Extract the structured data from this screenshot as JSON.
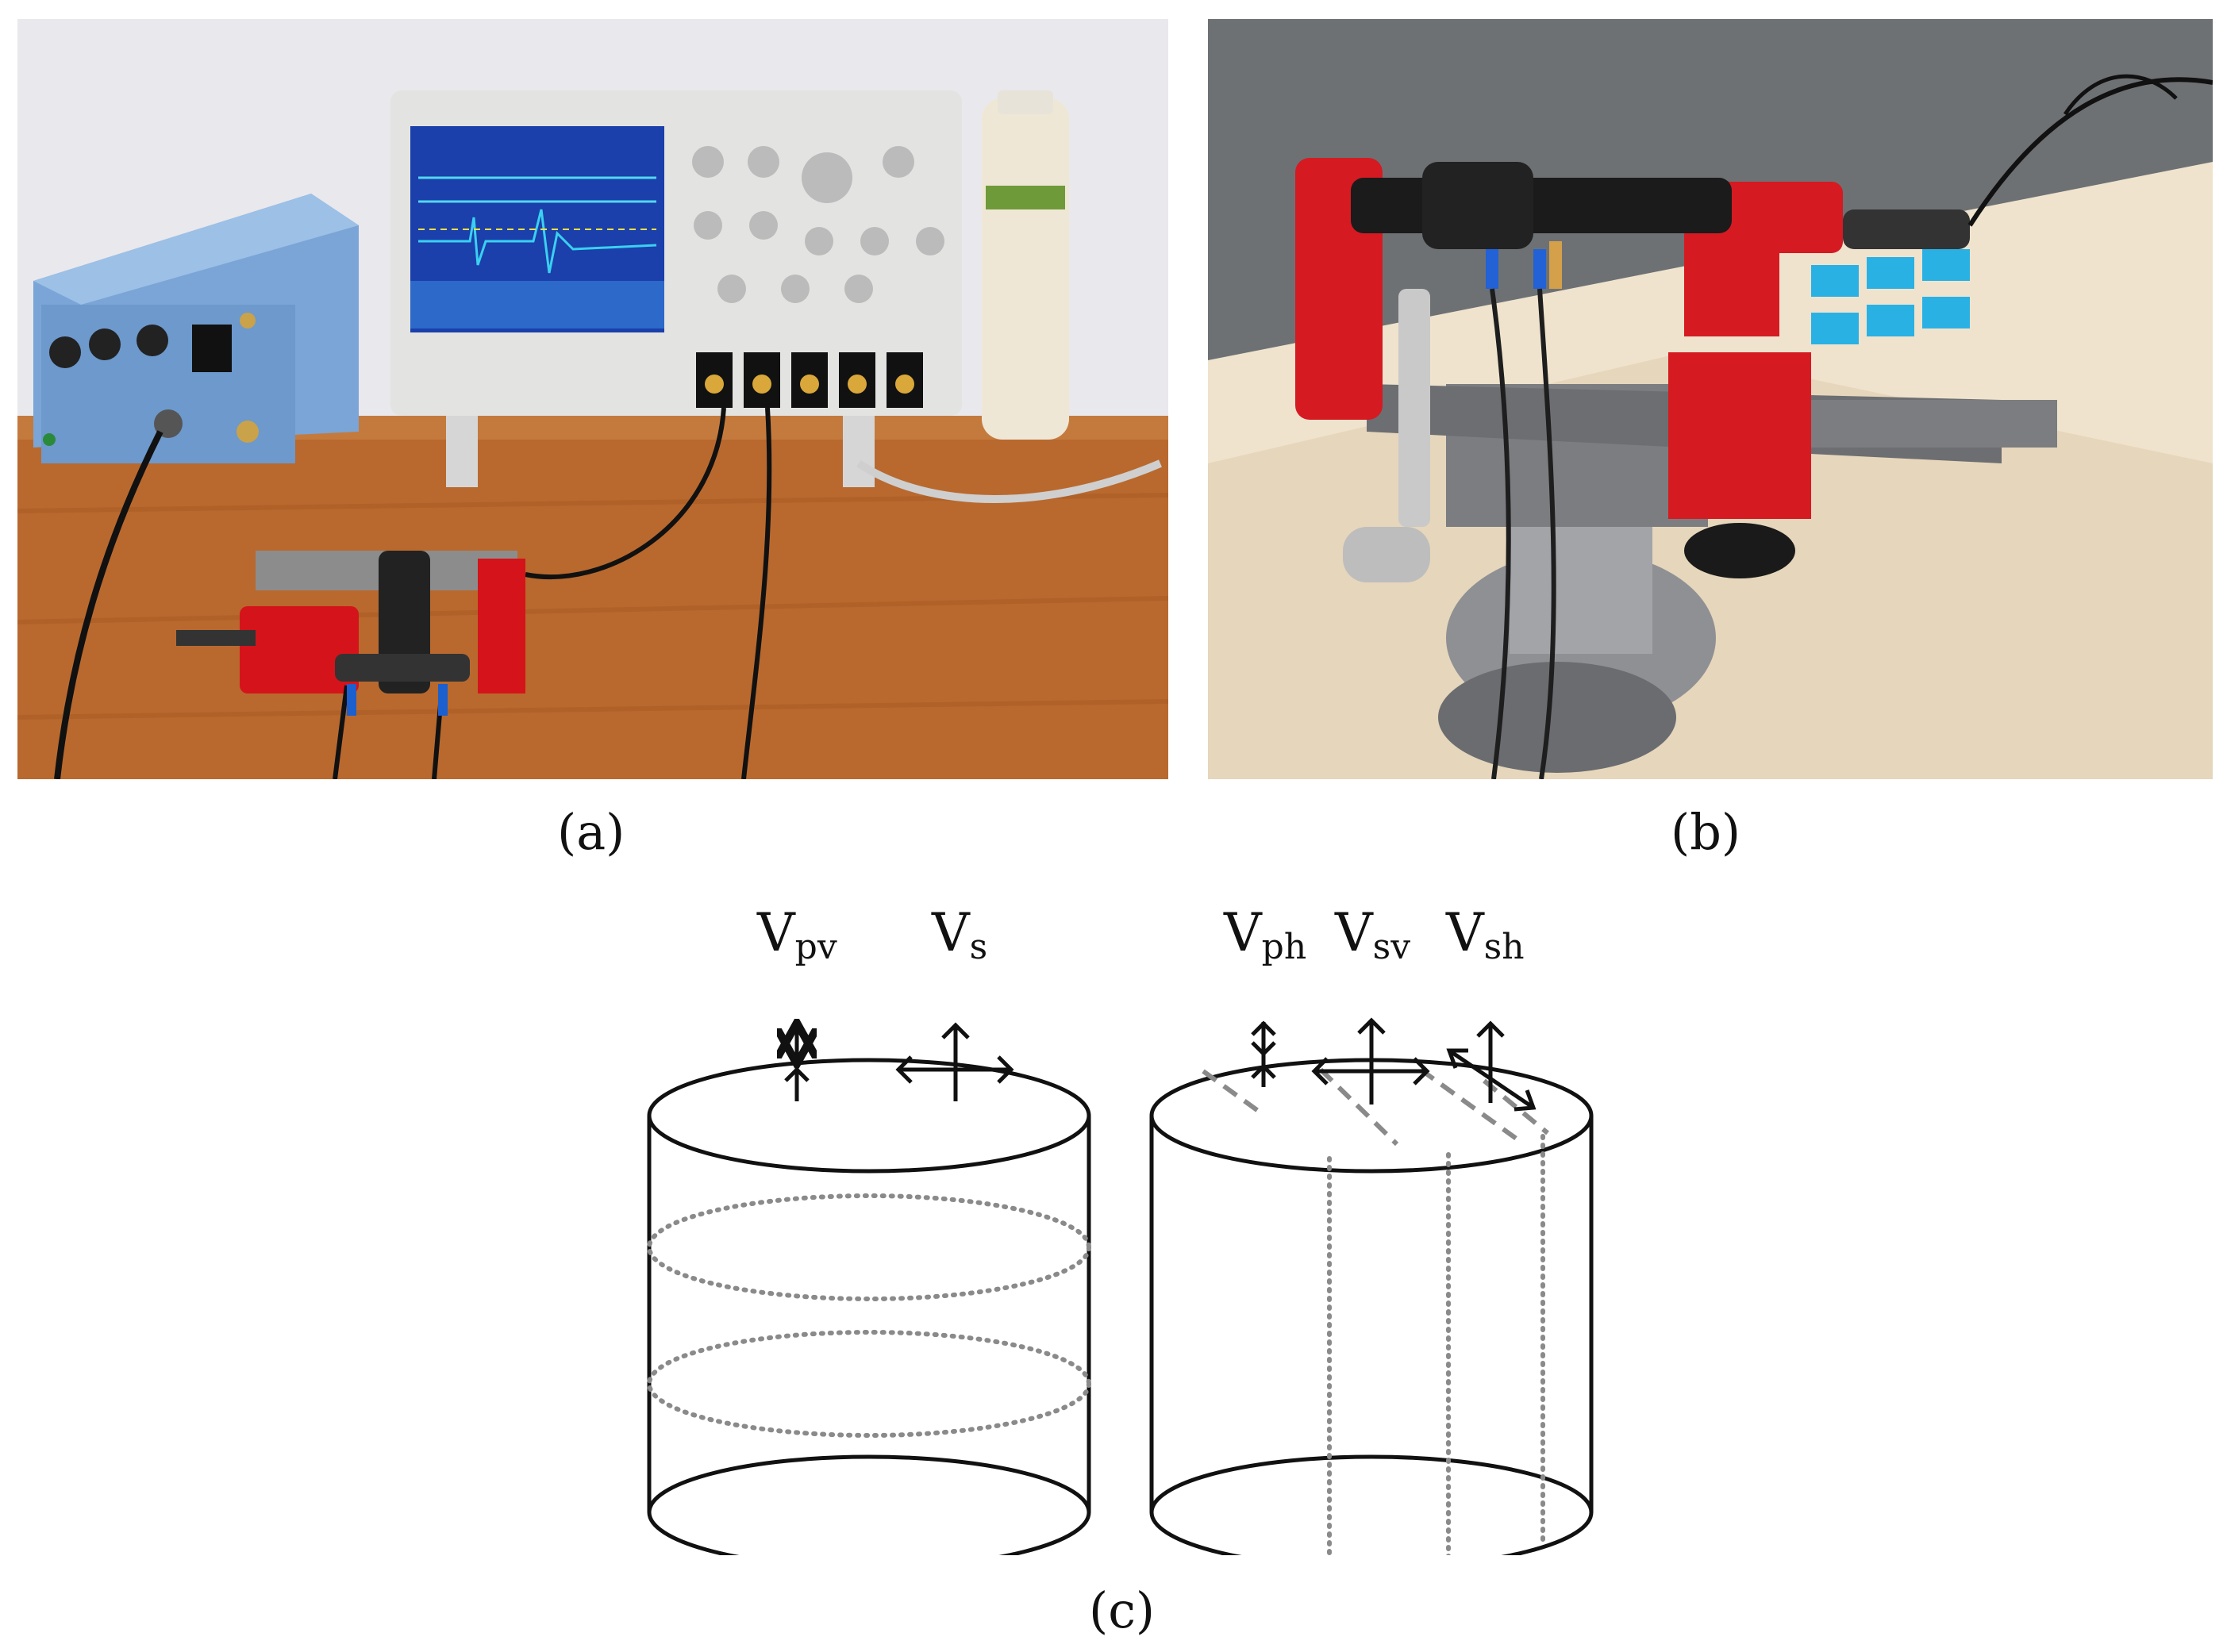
{
  "panels": {
    "a": {
      "label": "(a)"
    },
    "b": {
      "label": "(b)"
    },
    "c": {
      "label": "(c)",
      "left_cylinder": {
        "labels": [
          {
            "main": "V",
            "sub": "pv"
          },
          {
            "main": "V",
            "sub": "s"
          }
        ]
      },
      "right_cylinder": {
        "labels": [
          {
            "main": "V",
            "sub": "ph"
          },
          {
            "main": "V",
            "sub": "sv"
          },
          {
            "main": "V",
            "sub": "sh"
          }
        ]
      }
    }
  },
  "colors": {
    "table_wood": "#b8692e",
    "wall": "#e8e8ea",
    "clamp_red": "#d4141a",
    "scope_body": "#e2e2e0",
    "scope_screen": "#1a3ea8",
    "generator_blue": "#6f9fd1",
    "dotted_gray": "#8a8a8a"
  }
}
